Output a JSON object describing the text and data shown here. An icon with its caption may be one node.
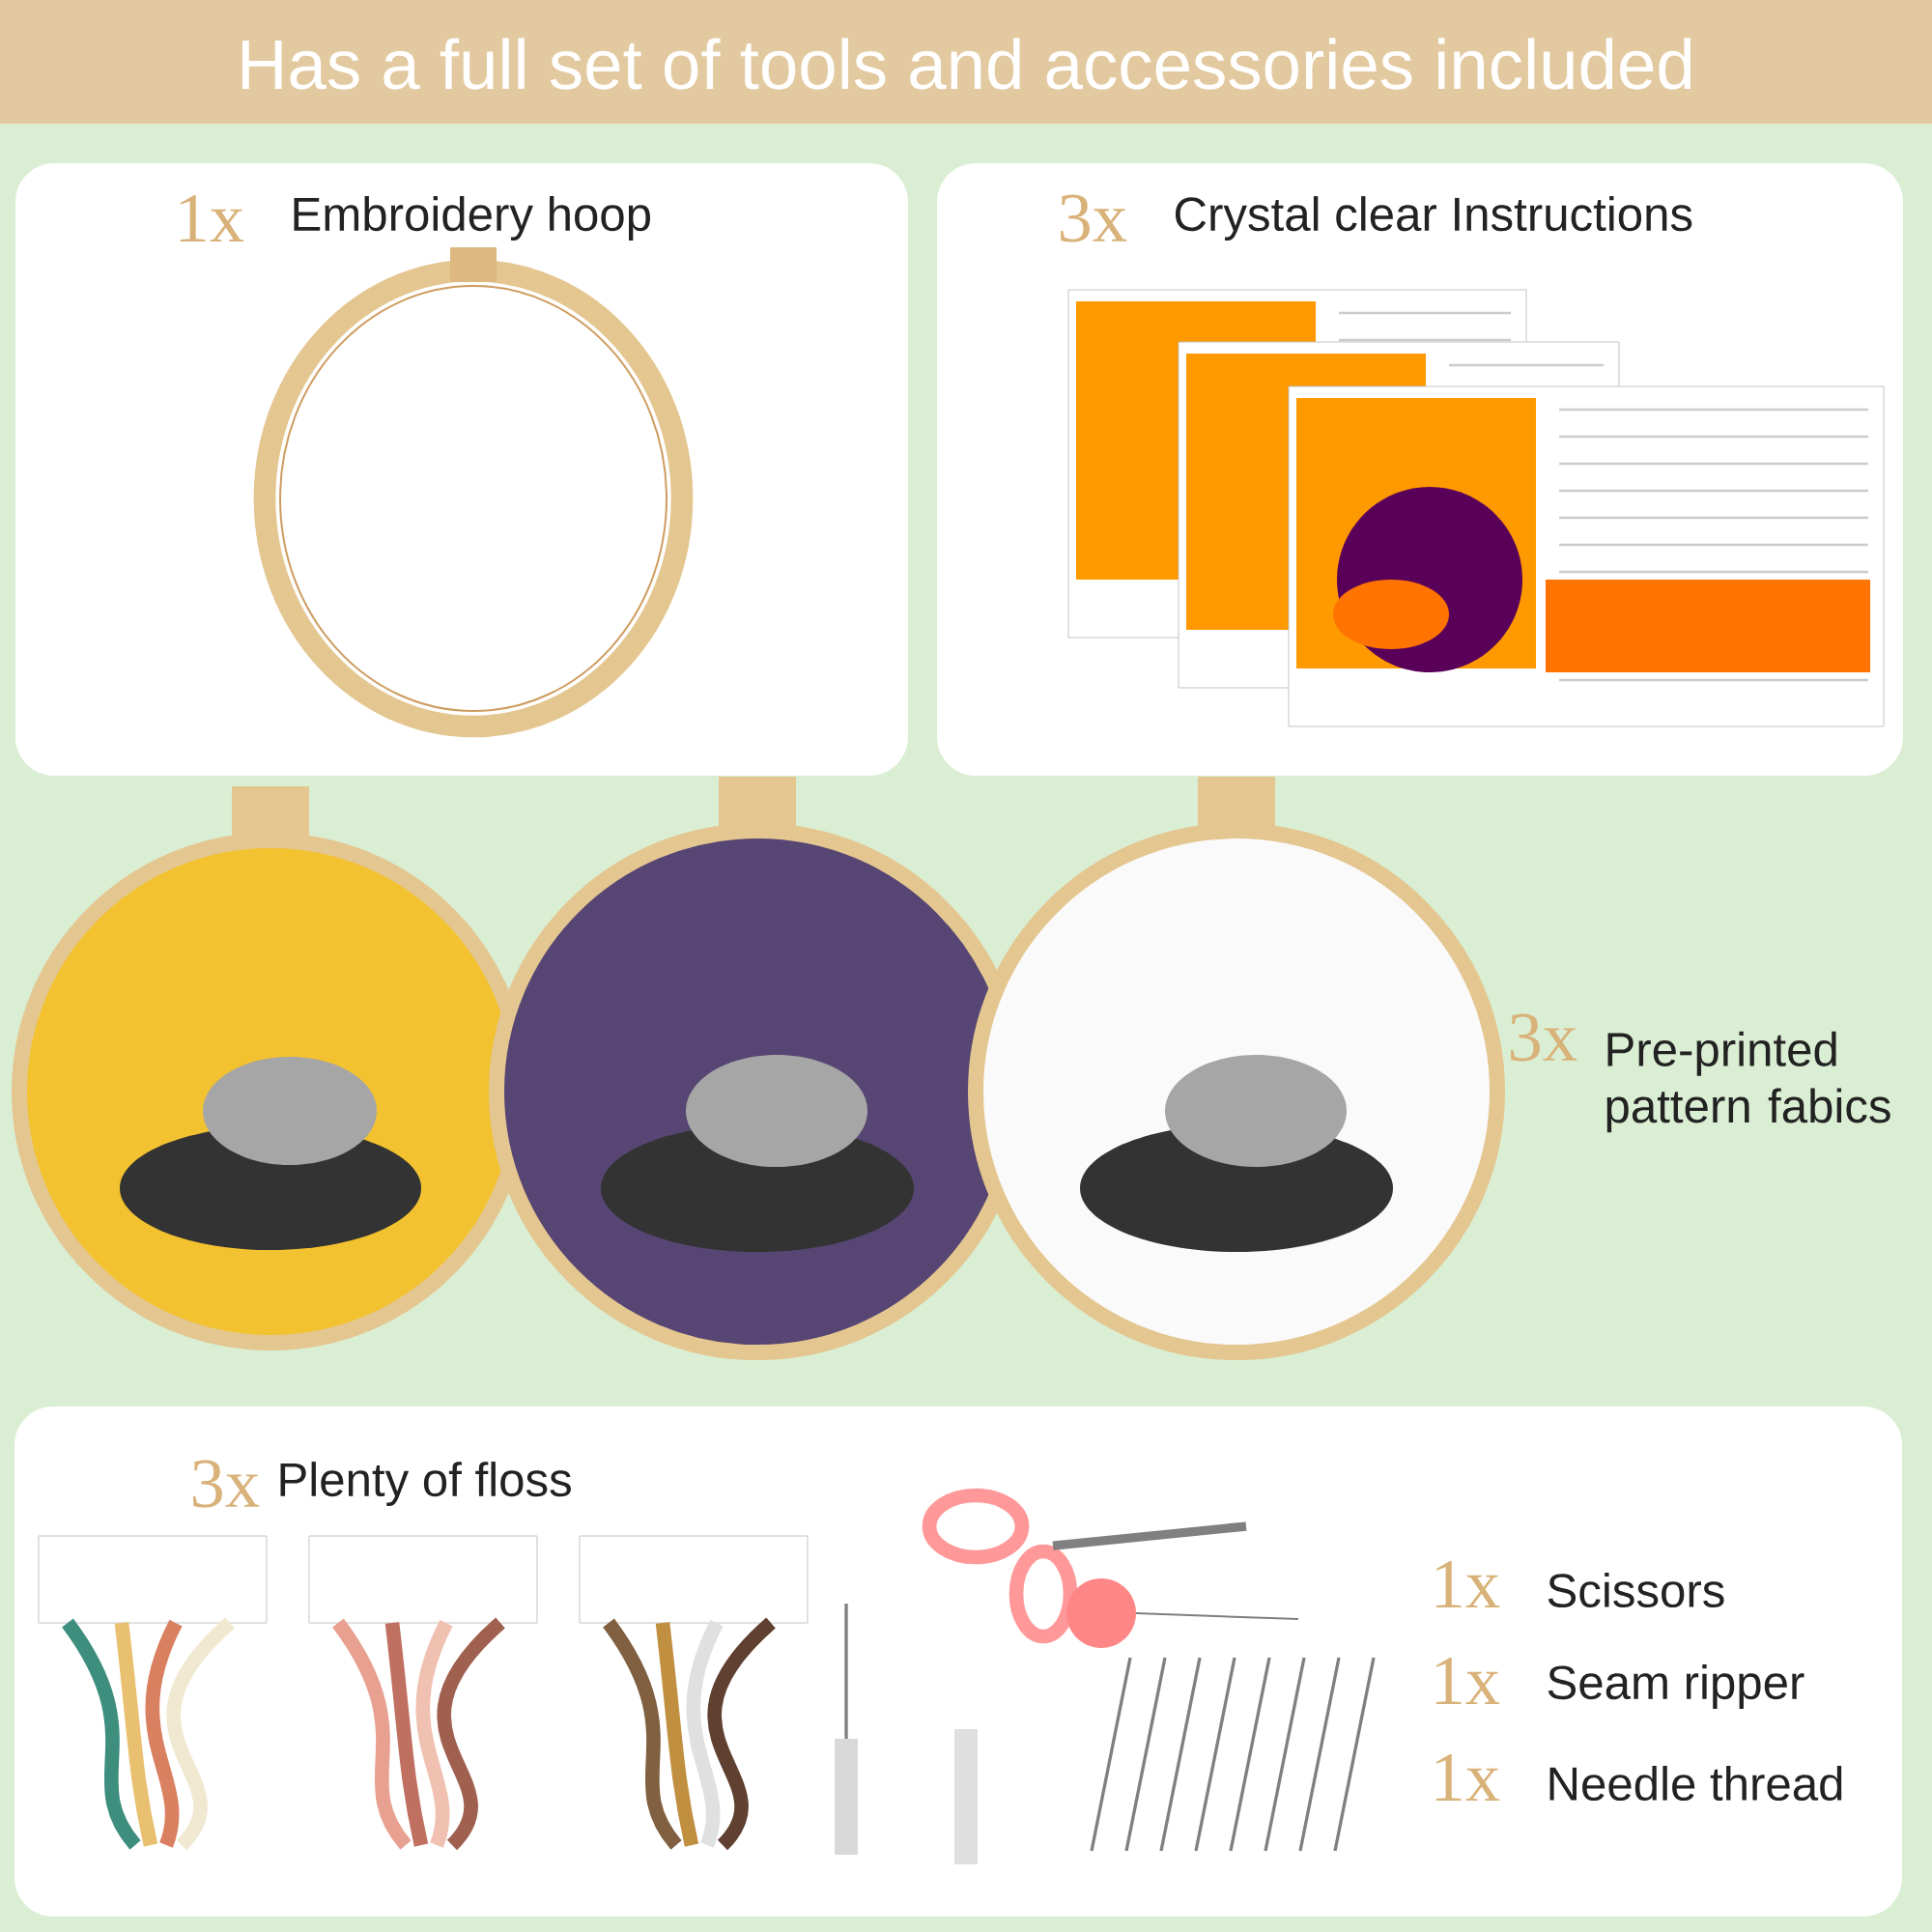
{
  "diagram": {
    "title": "Has a full set of tools and accessories included",
    "nodes": [
      {
        "text": [
          "1x",
          "Embroidery hoop"
        ]
      },
      {
        "text": [
          "3x",
          "Crystal clear Instructions"
        ]
      },
      {
        "text": [
          "3x",
          "Plenty of floss",
          "1x",
          "Scissors",
          "1x",
          "Seam ripper",
          "1x",
          "Needle thread"
        ]
      }
    ],
    "labels": [
      "3x",
      "Pre-printed pattern fabics"
    ]
  }
}
